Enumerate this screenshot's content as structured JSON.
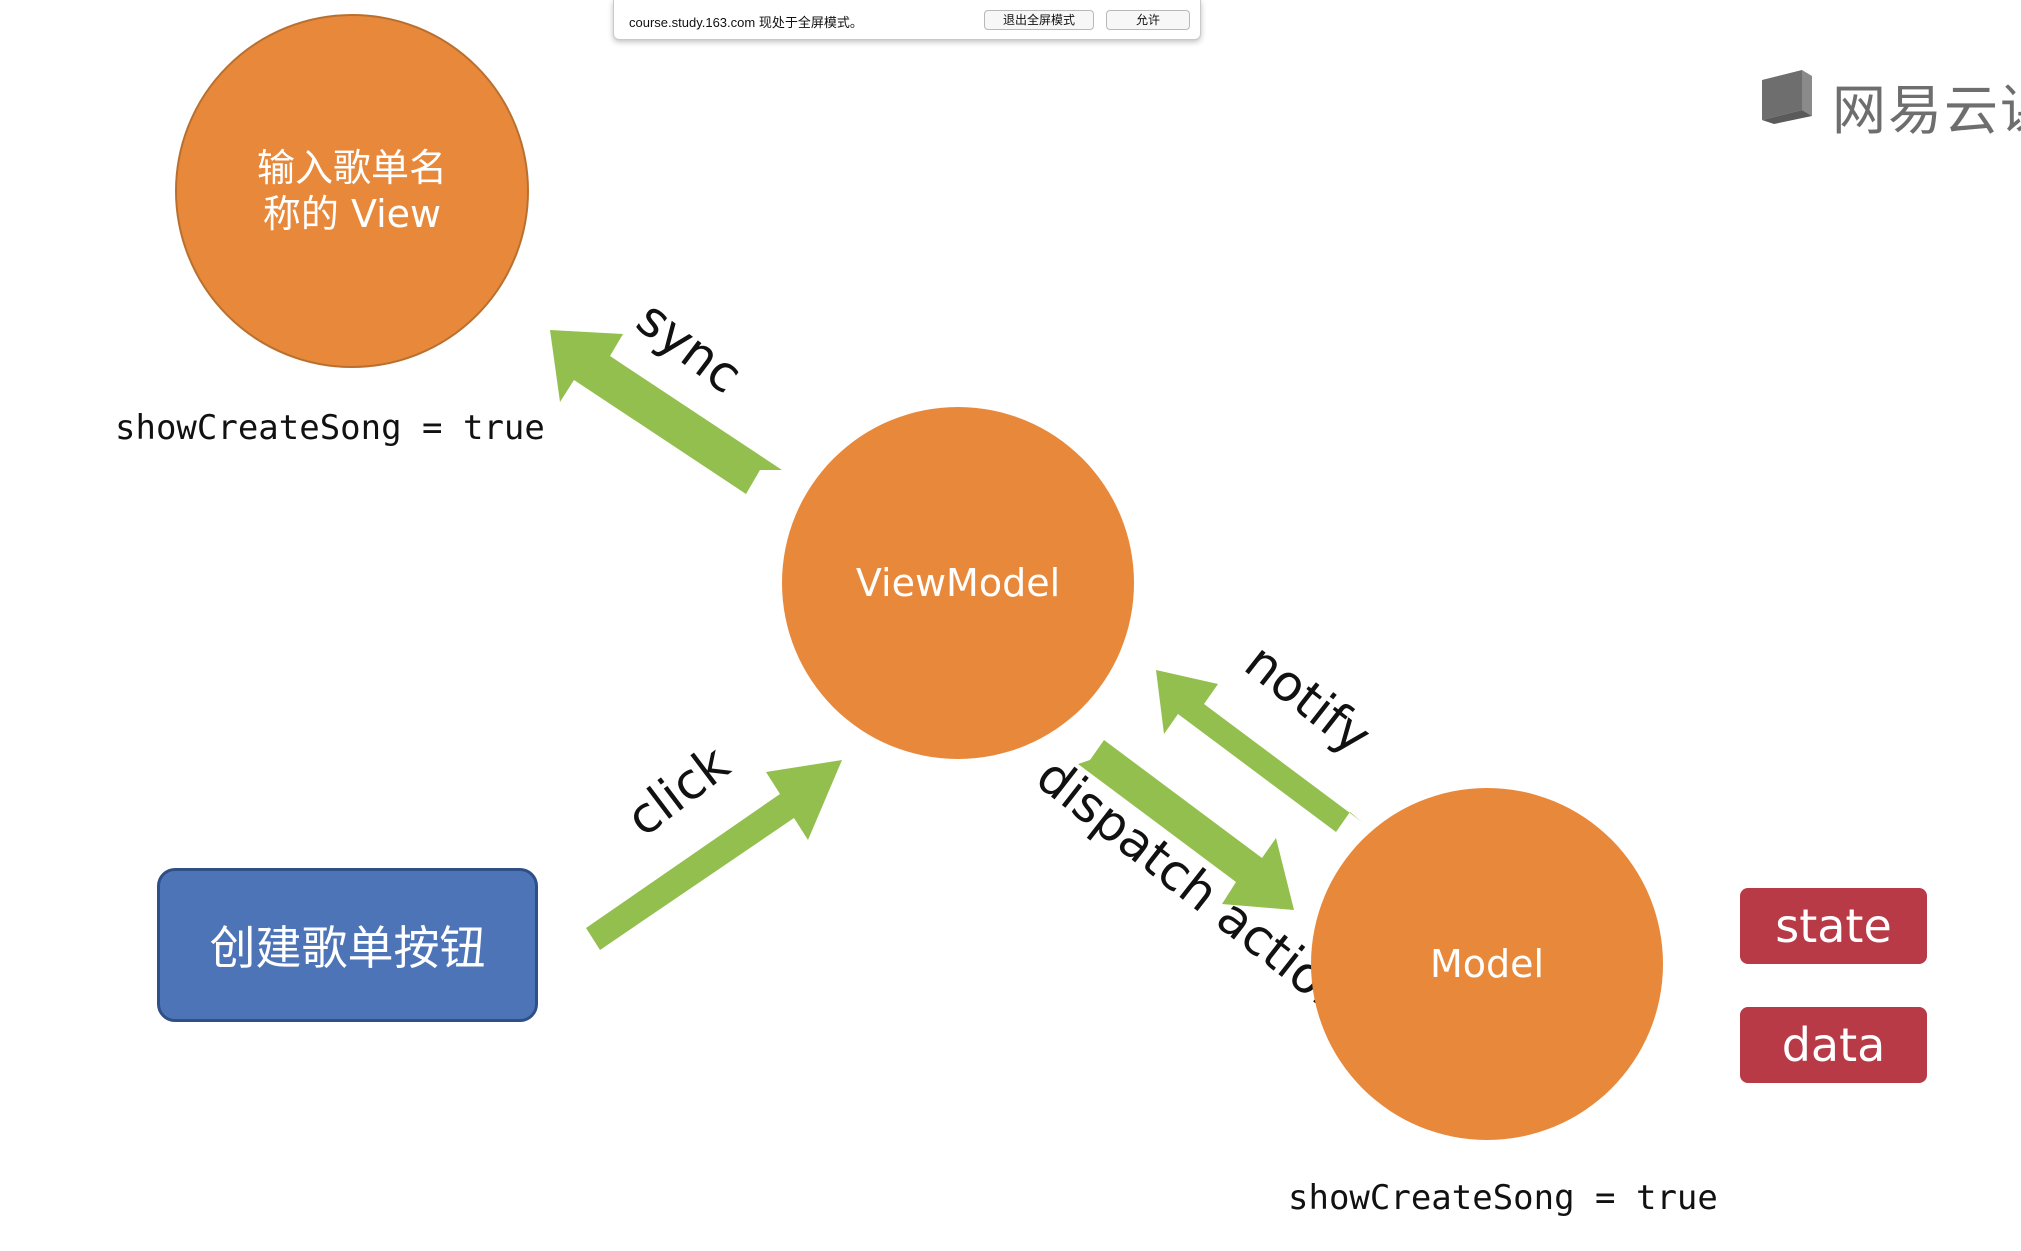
{
  "fullscreen_notice": {
    "message": "course.study.163.com 现处于全屏模式。",
    "exit_button": "退出全屏模式",
    "allow_button": "允许"
  },
  "logo": {
    "icon": "book-icon",
    "text": "网易云课"
  },
  "nodes": {
    "view": "输入歌单名\n称的 View",
    "viewmodel": "ViewModel",
    "model": "Model",
    "create_button": "创建歌单按钮"
  },
  "tags": {
    "state": "state",
    "data": "data"
  },
  "code": {
    "view_state": "showCreateSong = true",
    "model_state": "showCreateSong = true"
  },
  "arrows": {
    "sync": "sync",
    "click": "click",
    "notify": "notify",
    "dispatch": "dispatch action"
  },
  "colors": {
    "circle": "#e8883a",
    "arrow": "#93bf4e",
    "button": "#4e74b8",
    "tag": "#b73a46"
  }
}
